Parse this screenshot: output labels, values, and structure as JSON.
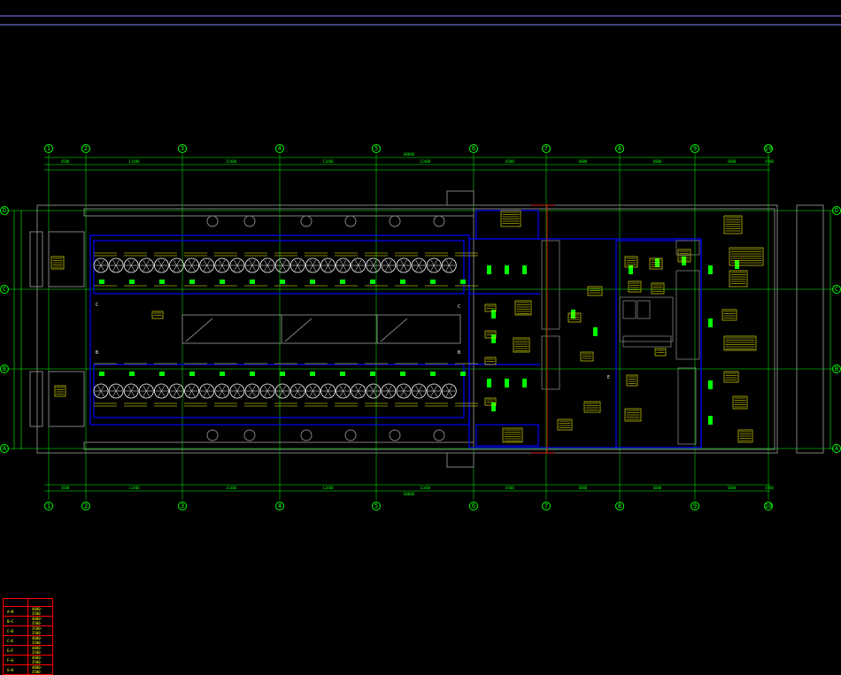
{
  "grid_axes_horizontal": [
    "1",
    "2",
    "3",
    "4",
    "5",
    "6",
    "7",
    "8",
    "9",
    "10"
  ],
  "grid_axes_vertical": [
    "D",
    "C",
    "B",
    "A"
  ],
  "dimensions_top": [
    "4500",
    "11400",
    "11400",
    "11400",
    "11400",
    "8500",
    "6000",
    "6000",
    "5000",
    "4500"
  ],
  "dimensions_total": "88800",
  "room_letters": [
    "C",
    "B",
    "C",
    "B",
    "E"
  ],
  "legend_table": {
    "header": [
      "",
      "",
      ""
    ],
    "rows": [
      [
        "A~B",
        "4000-3500"
      ],
      [
        "B~C",
        "4000-3500"
      ],
      [
        "C~D",
        "3500-3500"
      ],
      [
        "C~E",
        "4000-3500"
      ],
      [
        "E~F",
        "4000-3500"
      ],
      [
        "F~G",
        "4000-3500"
      ],
      [
        "G~H",
        "4000-3500"
      ]
    ]
  },
  "colors": {
    "background": "#000000",
    "grid": "#00ff00",
    "wall": "#808080",
    "duct": "#0000ff",
    "label": "#ffff00",
    "red": "#ff0000",
    "cyan": "#00ffff",
    "white": "#ffffff"
  }
}
